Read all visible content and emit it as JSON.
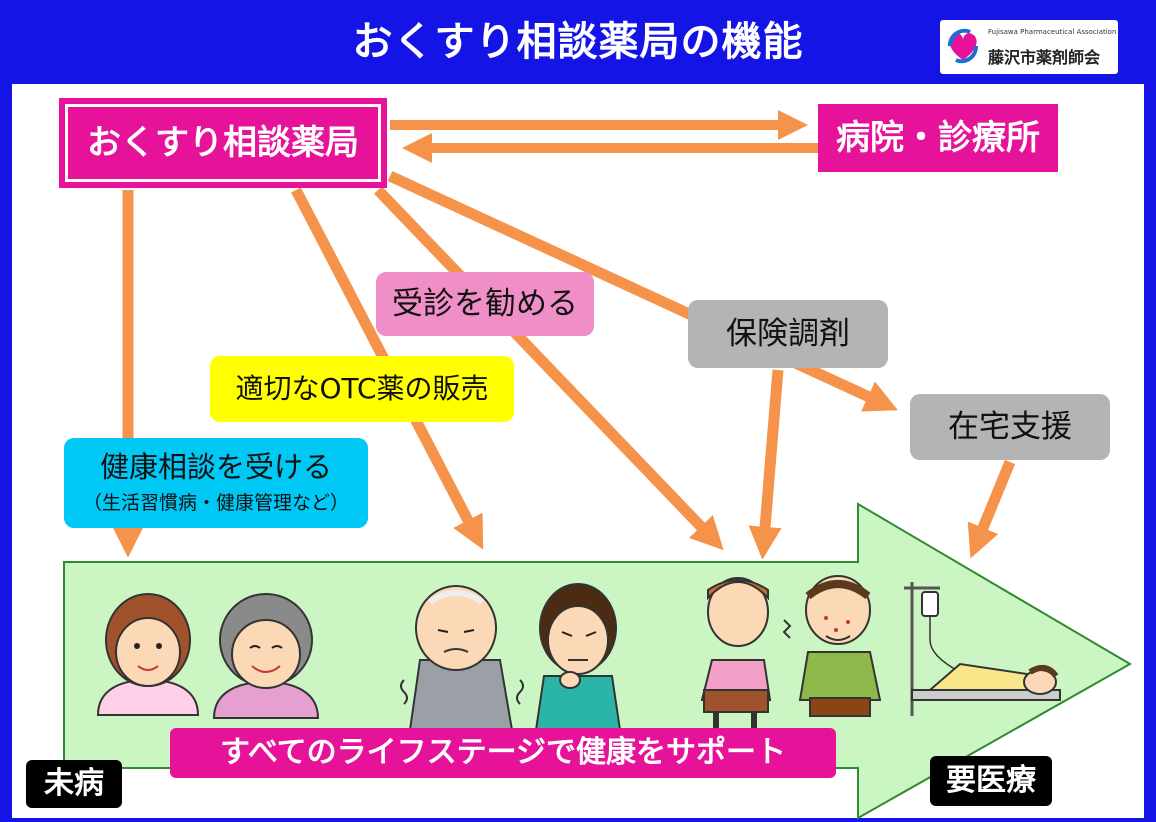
{
  "title": "おくすり相談薬局の機能",
  "logo": {
    "en": "Fujisawa Pharmaceutical Association",
    "jp": "藤沢市薬剤師会"
  },
  "nodes": {
    "hub": "おくすり相談薬局",
    "hospital": "病院・診療所",
    "jushin": "受診を勧める",
    "hoken": "保険調剤",
    "otc": "適切なOTC薬の販売",
    "zaitaku": "在宅支援",
    "kenko_main": "健康相談を受ける",
    "kenko_sub": "（生活習慣病・健康管理など）"
  },
  "banner": "すべてのライフステージで健康をサポート",
  "scale": {
    "start": "未病",
    "end": "要医療"
  },
  "icons": [
    "healthy-woman-icon",
    "smiling-elderly-woman-icon",
    "shivering-elderly-man-icon",
    "worried-man-icon",
    "stomachache-girl-icon",
    "sick-boy-icon",
    "hospitalized-patient-icon",
    "iv-drip-icon"
  ],
  "colors": {
    "frame": "#1414e6",
    "magenta": "#e6139a",
    "arrow": "#f5934a",
    "green_band": "#ccf5c4",
    "pink": "#f08fc7",
    "gray": "#b4b4b4",
    "yellow": "#ffff00",
    "cyan": "#00c8f5"
  }
}
